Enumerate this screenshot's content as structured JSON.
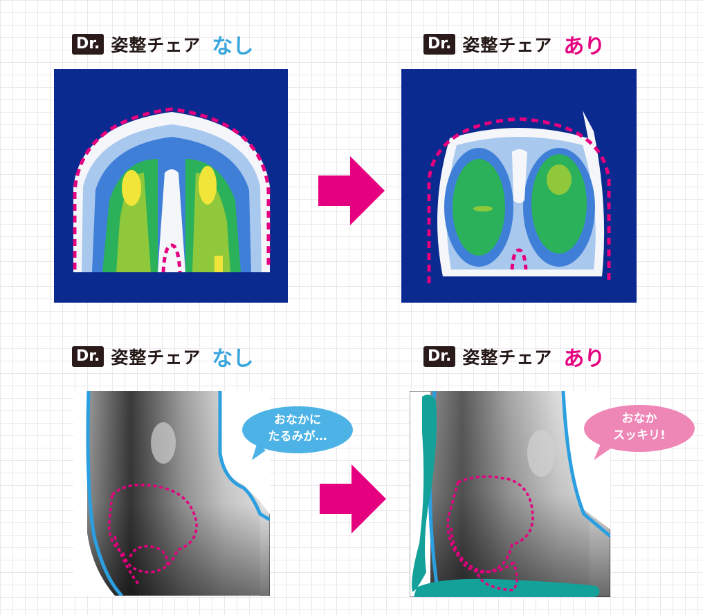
{
  "labels": {
    "badge": "Dr.",
    "product": "姿整チェア",
    "without": "なし",
    "with": "あり"
  },
  "bubbles": {
    "without": "おなかに\nたるみが…",
    "with": "おなか\nスッキリ!"
  },
  "colors": {
    "without_accent": "#3aa7dc",
    "with_accent": "#e4007f",
    "heatmap_bg": "#0b2a8f",
    "arrow": "#e4007f",
    "support": "#14a19a",
    "outline": "#2b9fe0"
  }
}
